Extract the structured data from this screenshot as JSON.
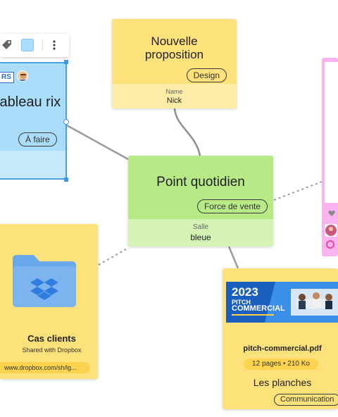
{
  "cards": {
    "proposal": {
      "title": "Nouvelle proposition",
      "tag": "Design",
      "footer_label": "Name",
      "footer_value": "Nick"
    },
    "daily": {
      "title": "Point quotidien",
      "tag": "Force de vente",
      "footer_label": "Salle",
      "footer_value": "bleue"
    },
    "board": {
      "badge": "RS",
      "title": "tableau rix",
      "tag": "À faire"
    },
    "dropbox": {
      "title": "Cas clients",
      "subtitle": "Shared with Dropbox",
      "url": "www.dropbox.com/sh/lg..."
    },
    "pitch": {
      "thumb_year": "2023",
      "thumb_line1": "PITCH",
      "thumb_line2": "COMMERCIAL",
      "filename": "pitch-commercial.pdf",
      "meta": "12 pages • 210 Ko",
      "title": "Les planches",
      "tag": "Communication"
    }
  },
  "colors": {
    "yellow": "#fde17a",
    "green": "#b7ea86",
    "blue": "#a9ddf9",
    "pink": "#f8b3f0",
    "selection": "#4aa1e4",
    "dropbox_blue": "#3a8ee6"
  },
  "icons": {
    "toolbar": [
      "tag-icon",
      "color-swatch-icon",
      "more-vertical-icon"
    ],
    "dropbox": "dropbox-folder-icon",
    "avatar": "user-avatar"
  }
}
